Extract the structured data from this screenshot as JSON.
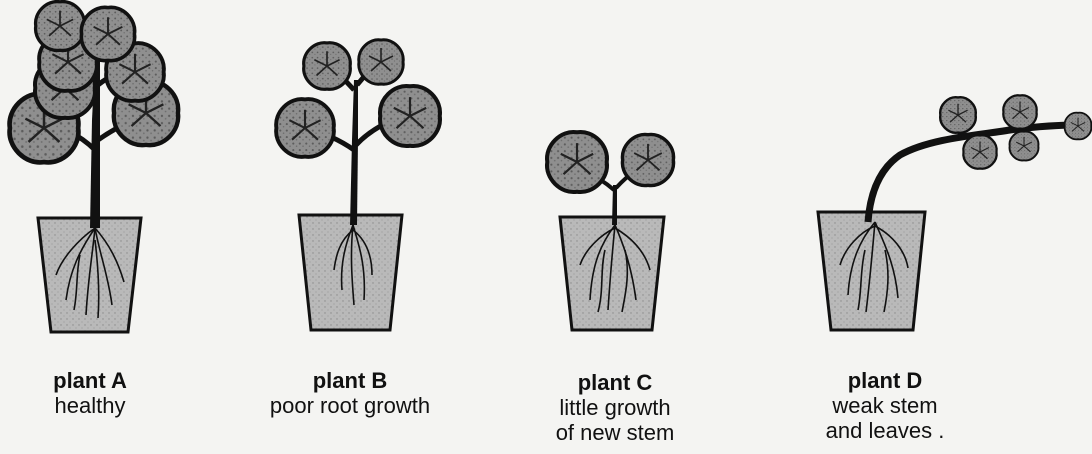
{
  "colors": {
    "background": "#f4f4f2",
    "ink": "#111111",
    "soil": "#b8b8b8",
    "leaf": "#8e8e8e"
  },
  "plants": [
    {
      "name": "plant A",
      "description": "healthy",
      "condition_icon": "healthy-plant-icon"
    },
    {
      "name": "plant B",
      "description": "poor root growth",
      "condition_icon": "poor-root-plant-icon"
    },
    {
      "name": "plant C",
      "description": "little growth\nof new stem",
      "condition_icon": "small-plant-icon"
    },
    {
      "name": "plant D",
      "description": "weak stem\nand leaves .",
      "condition_icon": "drooping-plant-icon"
    }
  ]
}
